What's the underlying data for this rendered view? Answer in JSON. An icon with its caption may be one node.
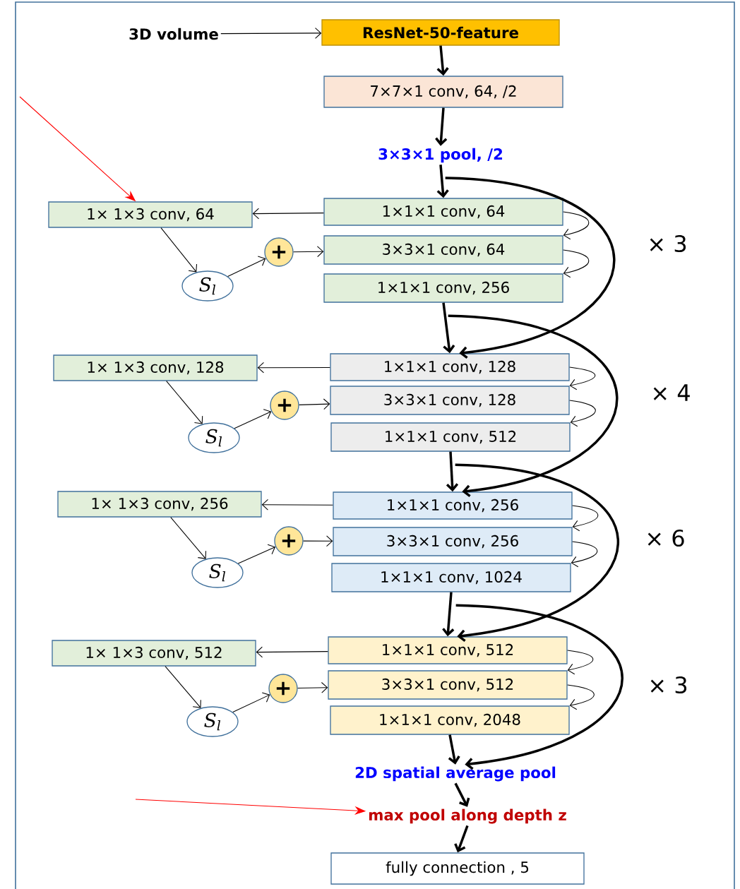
{
  "diagram": {
    "nodes": [
      {
        "text": [
          "3D volume"
        ]
      },
      {
        "text": [
          "ResNet-50-feature"
        ]
      },
      {
        "text": [
          "7×7×1 conv, 64, /2"
        ]
      },
      {
        "text": [
          "3×3×1 pool, /2"
        ]
      },
      {
        "text": [
          "1×1×1 conv, 64"
        ]
      },
      {
        "text": [
          "3×3×1 conv, 64"
        ]
      },
      {
        "text": [
          "1×1×1 conv, 256"
        ]
      },
      {
        "text": [
          "1× 1×3 conv, 64"
        ]
      },
      {
        "text": [
          "S$_{l}$"
        ]
      },
      {
        "text": [
          "+"
        ]
      },
      {
        "text": [
          "1×1×1 conv, 128"
        ]
      },
      {
        "text": [
          "3×3×1 conv, 128"
        ]
      },
      {
        "text": [
          "1×1×1 conv, 512"
        ]
      },
      {
        "text": [
          "1× 1×3 conv, 128"
        ]
      },
      {
        "text": [
          "S$_{l}$"
        ]
      },
      {
        "text": [
          "+"
        ]
      },
      {
        "text": [
          "1×1×1 conv, 256"
        ]
      },
      {
        "text": [
          "3×3×1 conv, 256"
        ]
      },
      {
        "text": [
          "1×1×1 conv, 1024"
        ]
      },
      {
        "text": [
          "1× 1×3 conv, 256"
        ]
      },
      {
        "text": [
          "S$_{l}$"
        ]
      },
      {
        "text": [
          "+"
        ]
      },
      {
        "text": [
          "1×1×1 conv, 512"
        ]
      },
      {
        "text": [
          "3×3×1 conv, 512"
        ]
      },
      {
        "text": [
          "1×1×1 conv, 2048"
        ]
      },
      {
        "text": [
          "1× 1×3 conv, 512"
        ]
      },
      {
        "text": [
          "S$_{l}$"
        ]
      },
      {
        "text": [
          "+"
        ]
      },
      {
        "text": [
          "2D spatial average pool"
        ]
      },
      {
        "text": [
          "max pool along depth  z"
        ]
      },
      {
        "text": [
          "fully connection , 5"
        ]
      }
    ],
    "edges": [
      {
        "from": 0,
        "to": 1,
        "arrow": "to"
      },
      {
        "from": 1,
        "to": 2,
        "arrow": "to",
        "style": "thick"
      },
      {
        "from": 2,
        "to": 3,
        "arrow": "to",
        "style": "thick"
      },
      {
        "from": 3,
        "to": 4,
        "arrow": "to",
        "style": "thick"
      },
      {
        "from": 4,
        "to": 7,
        "arrow": "to"
      },
      {
        "from": 7,
        "to": 8,
        "arrow": "to"
      },
      {
        "from": 8,
        "to": 9,
        "arrow": "to"
      },
      {
        "from": 9,
        "to": 5,
        "arrow": "to"
      },
      {
        "from": 4,
        "to": 5,
        "arrow": "to"
      },
      {
        "from": 5,
        "to": 6,
        "arrow": "to"
      },
      {
        "from": 3,
        "to": 10,
        "arrow": "to",
        "style": "thick"
      },
      {
        "from": 6,
        "to": 10,
        "arrow": "to",
        "style": "thick"
      },
      {
        "from": 10,
        "to": 13,
        "arrow": "to"
      },
      {
        "from": 13,
        "to": 14,
        "arrow": "to"
      },
      {
        "from": 14,
        "to": 15,
        "arrow": "to"
      },
      {
        "from": 15,
        "to": 11,
        "arrow": "to"
      },
      {
        "from": 10,
        "to": 11,
        "arrow": "to"
      },
      {
        "from": 11,
        "to": 12,
        "arrow": "to"
      },
      {
        "from": 6,
        "to": 16,
        "arrow": "to",
        "style": "thick"
      },
      {
        "from": 12,
        "to": 16,
        "arrow": "to",
        "style": "thick"
      },
      {
        "from": 16,
        "to": 19,
        "arrow": "to"
      },
      {
        "from": 19,
        "to": 20,
        "arrow": "to"
      },
      {
        "from": 20,
        "to": 21,
        "arrow": "to"
      },
      {
        "from": 21,
        "to": 17,
        "arrow": "to"
      },
      {
        "from": 16,
        "to": 17,
        "arrow": "to"
      },
      {
        "from": 17,
        "to": 18,
        "arrow": "to"
      },
      {
        "from": 12,
        "to": 22,
        "arrow": "to",
        "style": "thick"
      },
      {
        "from": 18,
        "to": 22,
        "arrow": "to",
        "style": "thick"
      },
      {
        "from": 22,
        "to": 25,
        "arrow": "to"
      },
      {
        "from": 25,
        "to": 26,
        "arrow": "to"
      },
      {
        "from": 26,
        "to": 27,
        "arrow": "to"
      },
      {
        "from": 27,
        "to": 23,
        "arrow": "to"
      },
      {
        "from": 22,
        "to": 23,
        "arrow": "to"
      },
      {
        "from": 23,
        "to": 24,
        "arrow": "to"
      },
      {
        "from": 18,
        "to": 28,
        "arrow": "to",
        "style": "thick"
      },
      {
        "from": 24,
        "to": 28,
        "arrow": "to",
        "style": "thick"
      },
      {
        "from": 28,
        "to": 29,
        "arrow": "to",
        "style": "thick"
      },
      {
        "from": 29,
        "to": 30,
        "arrow": "to",
        "style": "thick"
      },
      {
        "from": null,
        "to": 7,
        "arrow": "to",
        "color": "#ff0000"
      },
      {
        "from": null,
        "to": 29,
        "arrow": "to",
        "color": "#ff0000"
      }
    ],
    "labels": [
      "× 3",
      "× 4",
      "× 6",
      "× 3"
    ]
  }
}
